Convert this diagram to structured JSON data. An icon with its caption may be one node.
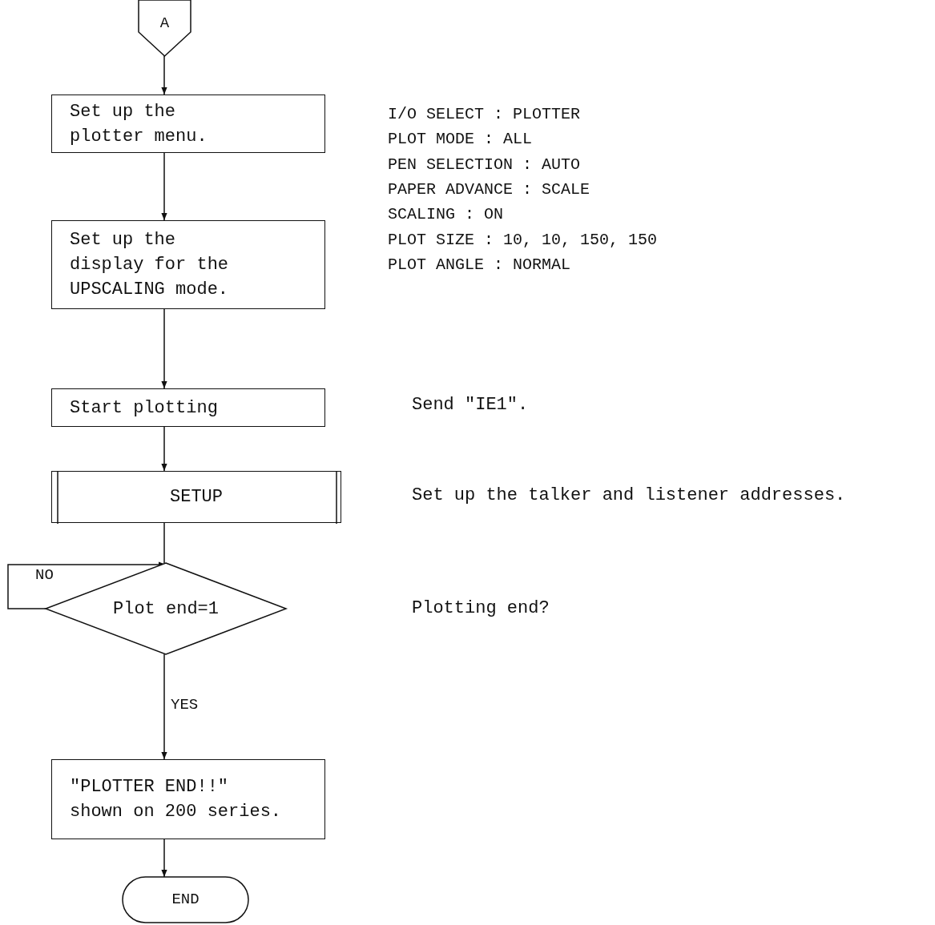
{
  "diagram": {
    "nodes": [
      {
        "text": [
          "A"
        ]
      },
      {
        "text": [
          "Set up the plotter menu."
        ]
      },
      {
        "text": [
          "Set up the display for the UPSCALING mode."
        ]
      },
      {
        "text": [
          "Start plotting"
        ]
      },
      {
        "text": [
          "SETUP"
        ]
      },
      {
        "text": [
          "Plot end=1"
        ]
      },
      {
        "text": [
          "\"PLOTTER END!!\" shown on 200 series."
        ]
      },
      {
        "text": [
          "END"
        ]
      }
    ],
    "edges": [
      {
        "from": 0,
        "to": 1,
        "arrow": "to"
      },
      {
        "from": 1,
        "to": 2,
        "arrow": "to"
      },
      {
        "from": 2,
        "to": 3,
        "arrow": "to"
      },
      {
        "from": 3,
        "to": 4,
        "arrow": "to"
      },
      {
        "from": 4,
        "to": 5,
        "arrow": "none"
      },
      {
        "from": 5,
        "to": 5,
        "arrow": "to",
        "label": "NO"
      },
      {
        "from": 5,
        "to": 6,
        "arrow": "to",
        "label": "YES"
      },
      {
        "from": 6,
        "to": 7,
        "arrow": "to"
      }
    ],
    "labels": [
      "I/O SELECT : PLOTTER",
      "PLOT MODE : ALL",
      "PEN SELECTION : AUTO",
      "PAPER ADVANCE : SCALE",
      "SCALING : ON",
      "PLOT SIZE : 10, 10, 150, 150",
      "PLOT ANGLE : NORMAL",
      "Send \"IE1\".",
      "Set up the talker and listener addresses.",
      "Plotting end?"
    ]
  }
}
